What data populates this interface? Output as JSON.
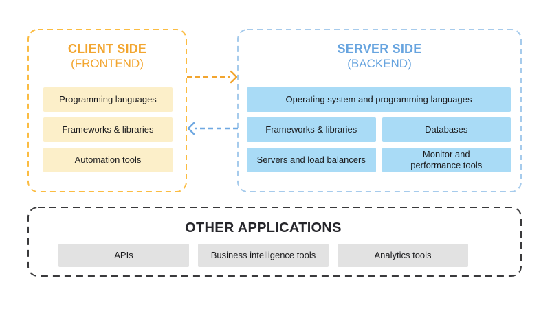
{
  "colors": {
    "canvas_bg": "#FFFFFF",
    "client_accent": "#F2A52F",
    "client_border": "#FBBC42",
    "client_box_fill": "#FCEFC9",
    "server_accent": "#67A4DF",
    "server_border": "#A6CBEC",
    "server_box_fill": "#A9DBF6",
    "server_arrow": "#6FA8E1",
    "other_accent": "#26262B",
    "other_border": "#3A3A3C",
    "other_box_fill": "#E2E2E2",
    "box_text": "#1B1B1D"
  },
  "client_panel": {
    "title": "CLIENT SIDE",
    "subtitle": "(FRONTEND)",
    "boxes": [
      "Programming languages",
      "Frameworks & libraries",
      "Automation tools"
    ]
  },
  "server_panel": {
    "title": "SERVER SIDE",
    "subtitle": "(BACKEND)",
    "boxes": [
      "Operating system and programming languages",
      "Frameworks & libraries",
      "Databases",
      "Servers and load balancers",
      "Monitor and performance tools"
    ]
  },
  "other_panel": {
    "title": "OTHER APPLICATIONS",
    "boxes": [
      "APIs",
      "Business intelligence tools",
      "Analytics tools"
    ]
  }
}
